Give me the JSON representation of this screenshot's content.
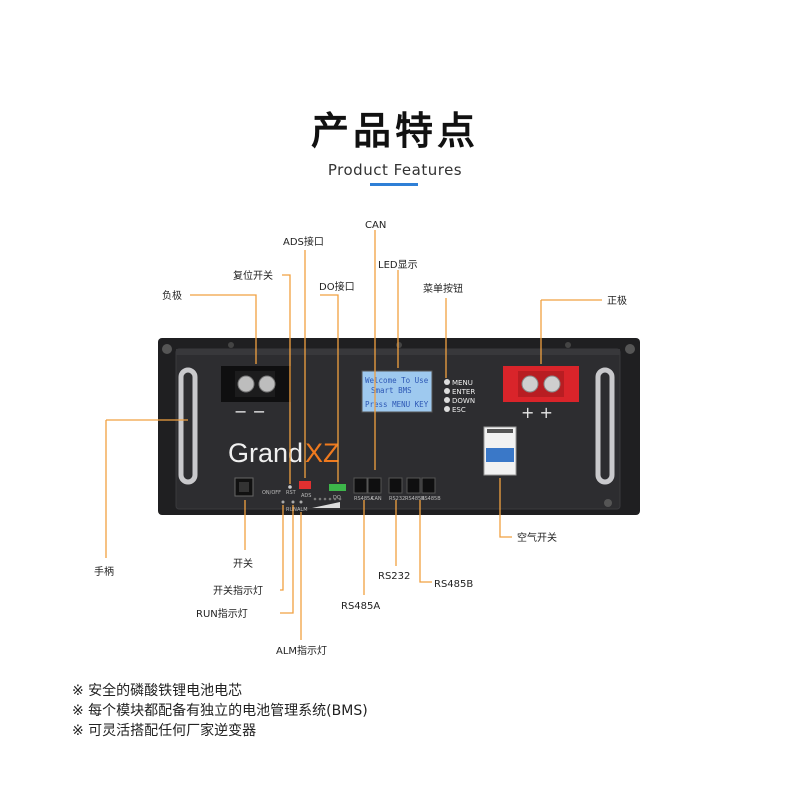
{
  "header": {
    "title": "产品特点",
    "subtitle": "Product Features"
  },
  "device": {
    "brand_part1": "Grand",
    "brand_part2": "XZ",
    "lcd_line1": "Welcome To Use",
    "lcd_line2": "Smart BMS",
    "lcd_line3": "Press MENU KEY",
    "menu_buttons": [
      "MENU",
      "ENTER",
      "DOWN",
      "ESC"
    ],
    "negative_signs": "− −",
    "positive_signs": "+ +",
    "port_labels": {
      "onoff": "ON/OFF",
      "rst": "RST",
      "ads": "ADS",
      "do": "DO",
      "run": "RUN",
      "alm": "ALM",
      "rs485a": "RS485A",
      "can": "CAN",
      "rs232": "RS232",
      "rs485b_1": "RS485B",
      "rs485b_2": "RS485B"
    }
  },
  "callouts": {
    "can": "CAN",
    "ads": "ADS接口",
    "led": "LED显示",
    "reset": "复位开关",
    "do": "DO接口",
    "menu": "菜单按钮",
    "negative": "负极",
    "positive": "正极",
    "handle": "手柄",
    "breaker": "空气开关",
    "switch": "开关",
    "switch_led": "开关指示灯",
    "run_led": "RUN指示灯",
    "alm_led": "ALM指示灯",
    "rs232": "RS232",
    "rs485b": "RS485B",
    "rs485a": "RS485A"
  },
  "colors": {
    "accent_blue": "#2f7fd6",
    "callout_orange": "#f0a040",
    "panel_dark": "#2b2b2d",
    "terminal_red": "#d9242a",
    "brand_orange": "#f07a1e"
  },
  "features": [
    "※ 安全的磷酸铁锂电池电芯",
    "※ 每个模块都配备有独立的电池管理系统(BMS)",
    "※ 可灵活搭配任何厂家逆变器"
  ]
}
